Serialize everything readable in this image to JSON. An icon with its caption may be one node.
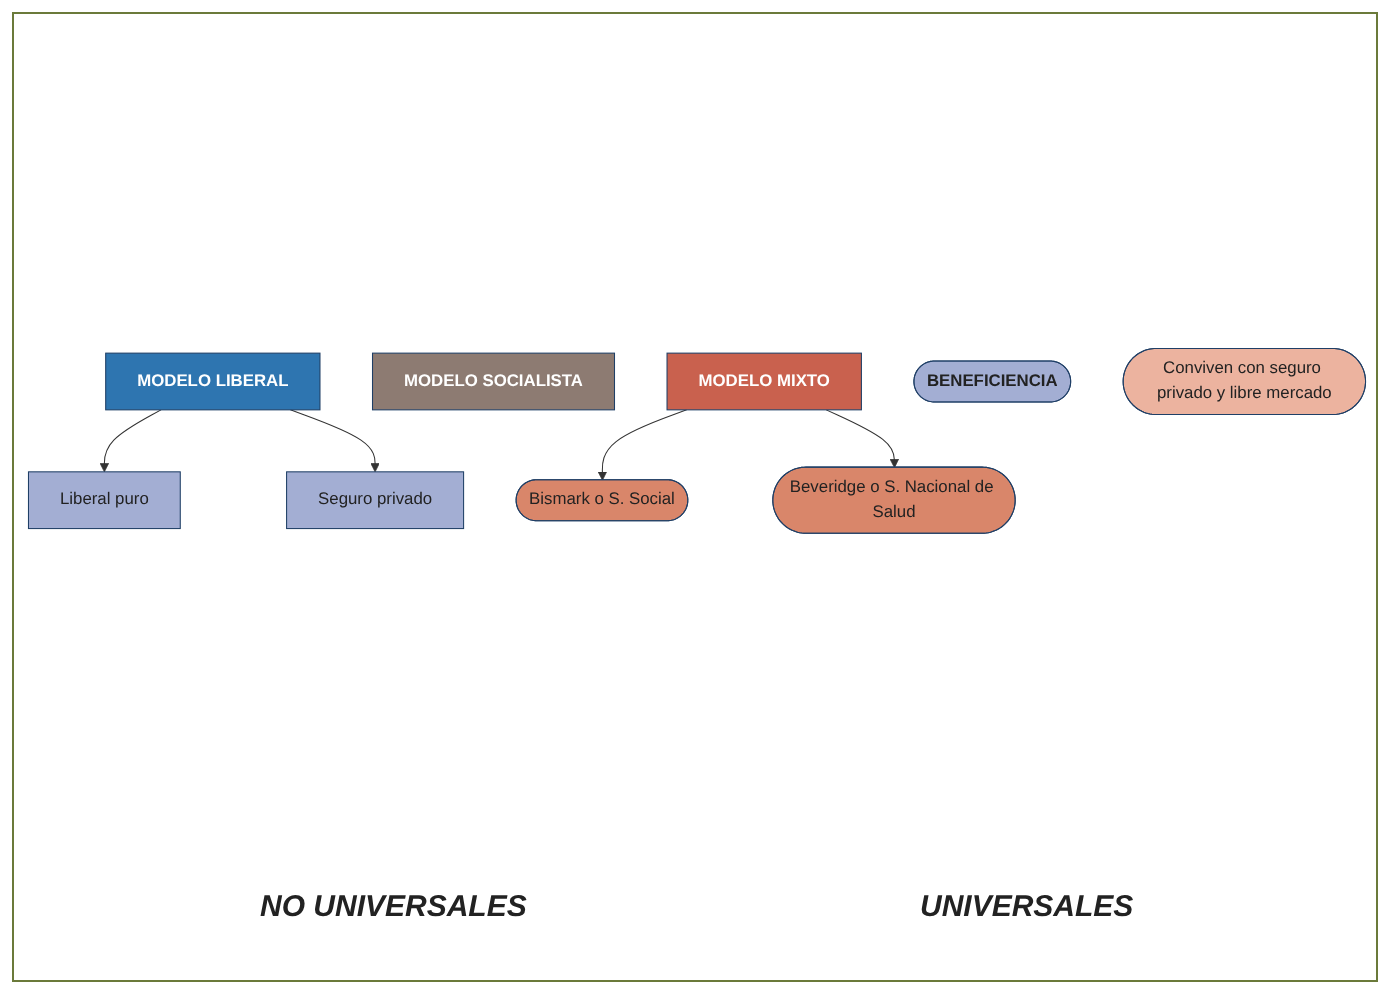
{
  "diagram": {
    "nodes": [
      {
        "text": [
          "MODELO LIBERAL"
        ]
      },
      {
        "text": [
          "MODELO SOCIALISTA"
        ]
      },
      {
        "text": [
          "MODELO MIXTO"
        ]
      },
      {
        "text": [
          "Liberal puro"
        ]
      },
      {
        "text": [
          "Seguro privado"
        ]
      },
      {
        "text": [
          "BENEFICIENCIA"
        ]
      },
      {
        "text": [
          "Bismark o S. Social"
        ]
      },
      {
        "text": [
          "Beveridge o S. Nacional de Salud"
        ]
      },
      {
        "text": [
          "Conviven con seguro privado y libre mercado"
        ]
      }
    ],
    "edges": [
      {
        "from": 0,
        "to": 3,
        "arrow": "to"
      },
      {
        "from": 0,
        "to": 4,
        "arrow": "to"
      },
      {
        "from": 2,
        "to": 6,
        "arrow": "to"
      },
      {
        "from": 2,
        "to": 7,
        "arrow": "to"
      }
    ],
    "labels": [
      "NO UNIVERSALES",
      "UNIVERSALES"
    ]
  }
}
